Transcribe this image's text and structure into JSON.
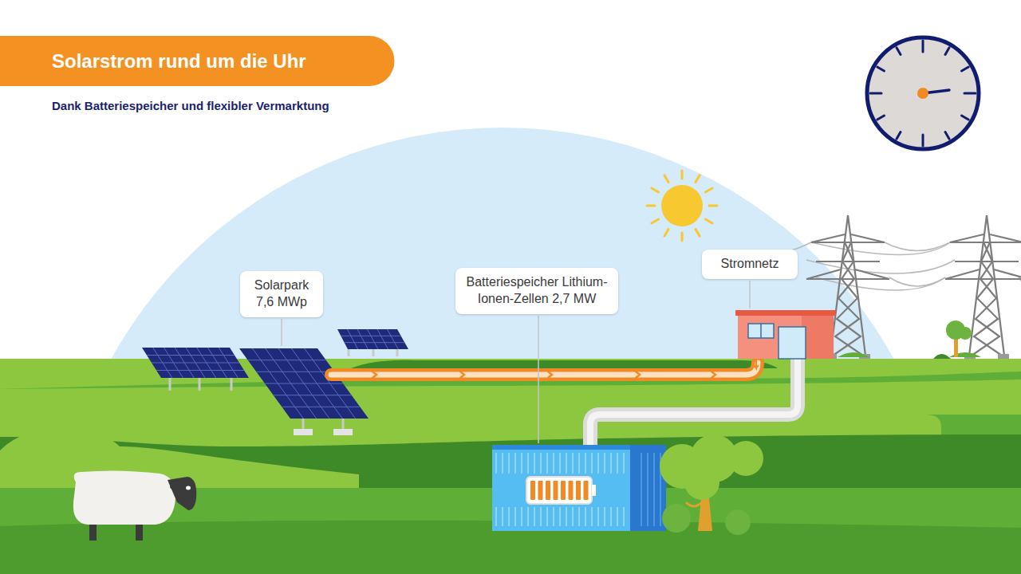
{
  "diagram": {
    "title": "Solarstrom rund um die Uhr",
    "nodes": [
      {
        "text": [
          "Solarpark 7,6 MWp"
        ]
      },
      {
        "text": [
          "Batteriespeicher Lithium-Ionen-Zellen 2,7 MW"
        ]
      },
      {
        "text": [
          "Stromnetz"
        ]
      }
    ],
    "labels": [
      "Dank Batteriespeicher und flexibler Vermarktung"
    ]
  }
}
